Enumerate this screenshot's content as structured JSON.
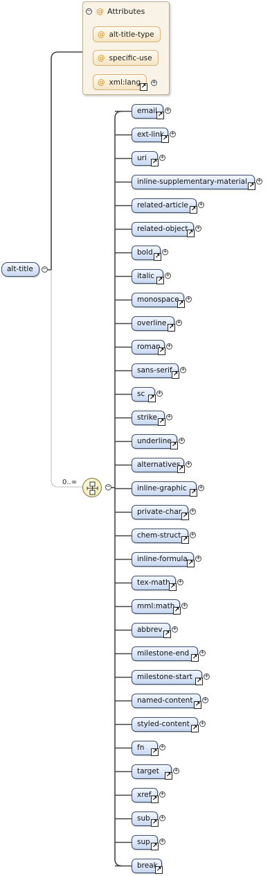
{
  "attributes": {
    "title": "Attributes",
    "collapse_symbol": "−",
    "at_symbol": "@",
    "items": [
      {
        "label": "alt-title-type"
      },
      {
        "label": "specific-use"
      },
      {
        "label": "xml:lang",
        "ref_symbol": "↗",
        "expand_symbol": "+"
      }
    ]
  },
  "root": {
    "label": "alt-title",
    "collapse_symbol": "−"
  },
  "choice": {
    "occurrence": "0..∞",
    "collapse_symbol": "−"
  },
  "elements": [
    {
      "label": "email"
    },
    {
      "label": "ext-link"
    },
    {
      "label": "uri"
    },
    {
      "label": "inline-supplementary-material"
    },
    {
      "label": "related-article"
    },
    {
      "label": "related-object"
    },
    {
      "label": "bold"
    },
    {
      "label": "italic"
    },
    {
      "label": "monospace"
    },
    {
      "label": "overline"
    },
    {
      "label": "roman"
    },
    {
      "label": "sans-serif"
    },
    {
      "label": "sc"
    },
    {
      "label": "strike"
    },
    {
      "label": "underline"
    },
    {
      "label": "alternatives"
    },
    {
      "label": "inline-graphic"
    },
    {
      "label": "private-char"
    },
    {
      "label": "chem-struct"
    },
    {
      "label": "inline-formula"
    },
    {
      "label": "tex-math"
    },
    {
      "label": "mml:math"
    },
    {
      "label": "abbrev"
    },
    {
      "label": "milestone-end"
    },
    {
      "label": "milestone-start"
    },
    {
      "label": "named-content"
    },
    {
      "label": "styled-content"
    },
    {
      "label": "fn"
    },
    {
      "label": "target"
    },
    {
      "label": "xref"
    },
    {
      "label": "sub"
    },
    {
      "label": "sup"
    },
    {
      "label": "break",
      "no_expand": true
    }
  ],
  "symbols": {
    "ref": "↗",
    "expand": "+"
  }
}
